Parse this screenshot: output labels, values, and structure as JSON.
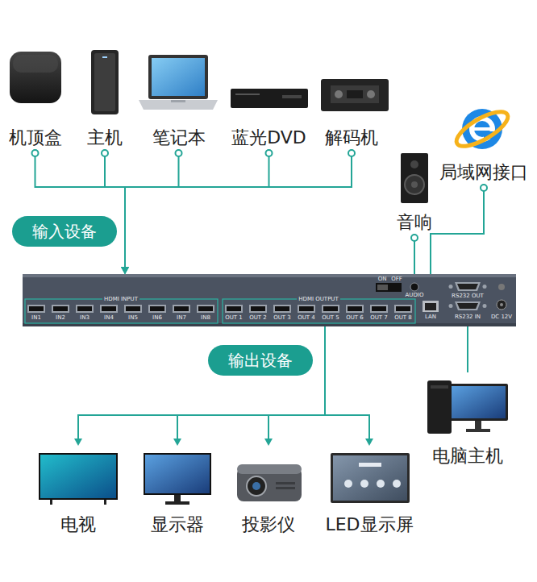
{
  "diagram": {
    "nodes": [
      {
        "text": [
          "机顶盒"
        ]
      },
      {
        "text": [
          "主机"
        ]
      },
      {
        "text": [
          "笔记本"
        ]
      },
      {
        "text": [
          "蓝光DVD"
        ]
      },
      {
        "text": [
          "解码机"
        ]
      },
      {
        "text": [
          "局域网接口"
        ]
      },
      {
        "text": [
          "音响"
        ]
      },
      {
        "text": [
          "输入设备"
        ]
      },
      {
        "text": [
          "HDMI INPUT",
          "IN1",
          "IN2",
          "IN3",
          "IN4",
          "IN5",
          "IN6",
          "IN7",
          "IN8",
          "HDMI OUTPUT",
          "OUT 1",
          "OUT 2",
          "OUT 3",
          "OUT 4",
          "OUT 5",
          "OUT 6",
          "OUT 7",
          "OUT 8",
          "ON",
          "OFF",
          "AUDIO",
          "LAN",
          "RS232 OUT",
          "RS232 IN",
          "DC 12V"
        ]
      },
      {
        "text": [
          "输出设备"
        ]
      },
      {
        "text": [
          "电脑主机"
        ]
      },
      {
        "text": [
          "电视"
        ]
      },
      {
        "text": [
          "显示器"
        ]
      },
      {
        "text": [
          "投影仪"
        ]
      },
      {
        "text": [
          "LED显示屏"
        ]
      }
    ],
    "edges": [
      {
        "from": 0,
        "to": 8,
        "arrow": "to"
      },
      {
        "from": 1,
        "to": 8,
        "arrow": "to"
      },
      {
        "from": 2,
        "to": 8,
        "arrow": "to"
      },
      {
        "from": 3,
        "to": 8,
        "arrow": "to"
      },
      {
        "from": 4,
        "to": 8,
        "arrow": "to"
      },
      {
        "from": 6,
        "to": 8,
        "arrow": "none"
      },
      {
        "from": 5,
        "to": 8,
        "arrow": "none"
      },
      {
        "from": 8,
        "to": 10,
        "arrow": "none"
      },
      {
        "from": 8,
        "to": 11,
        "arrow": "to"
      },
      {
        "from": 8,
        "to": 12,
        "arrow": "to"
      },
      {
        "from": 8,
        "to": 13,
        "arrow": "to"
      },
      {
        "from": 8,
        "to": 14,
        "arrow": "to"
      }
    ]
  }
}
